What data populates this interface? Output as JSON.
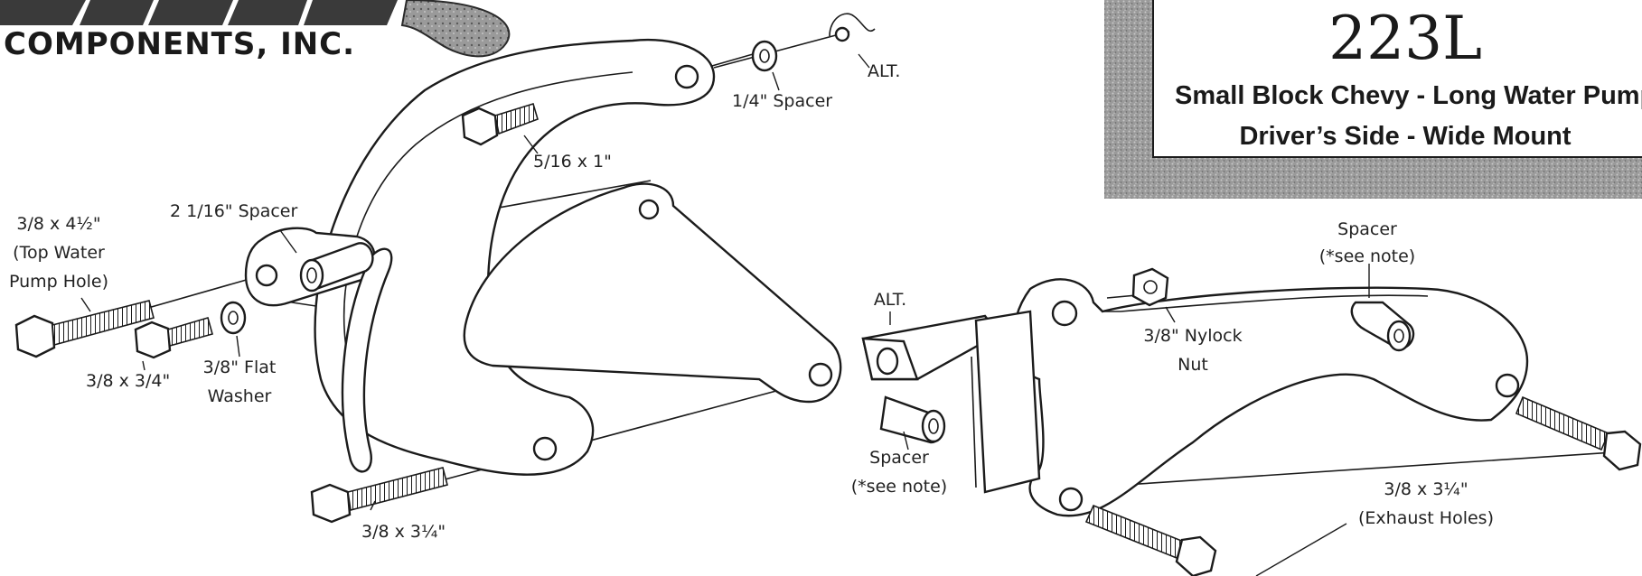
{
  "logo": {
    "company": "COMPONENTS, INC."
  },
  "kit": {
    "part_number": "223L",
    "title_line1": "Small Block Chevy - Long Water Pump",
    "title_line2": "Driver’s Side - Wide Mount"
  },
  "labels": {
    "alt_top": "ALT.",
    "spacer_quarter": "1/4\" Spacer",
    "bolt_5_16": "5/16 x 1\"",
    "spacer_2_1_16": "2 1/16\" Spacer",
    "bolt_3_8_4half_l1": "3/8 x 4½\"",
    "bolt_3_8_4half_l2": "(Top Water",
    "bolt_3_8_4half_l3": "Pump Hole)",
    "bolt_3_8_3_4": "3/8 x 3/4\"",
    "flat_washer_l1": "3/8\" Flat",
    "flat_washer_l2": "Washer",
    "bolt_3_8_3quarter_left": "3/8 x 3¼\"",
    "alt_mid": "ALT.",
    "spacer_mid_l1": "Spacer",
    "spacer_mid_l2": "(*see note)",
    "nylock_l1": "3/8\" Nylock",
    "nylock_l2": "Nut",
    "spacer_right_l1": "Spacer",
    "spacer_right_l2": "(*see note)",
    "exhaust_l1": "3/8 x 3¼\"",
    "exhaust_l2": "(Exhaust Holes)"
  }
}
